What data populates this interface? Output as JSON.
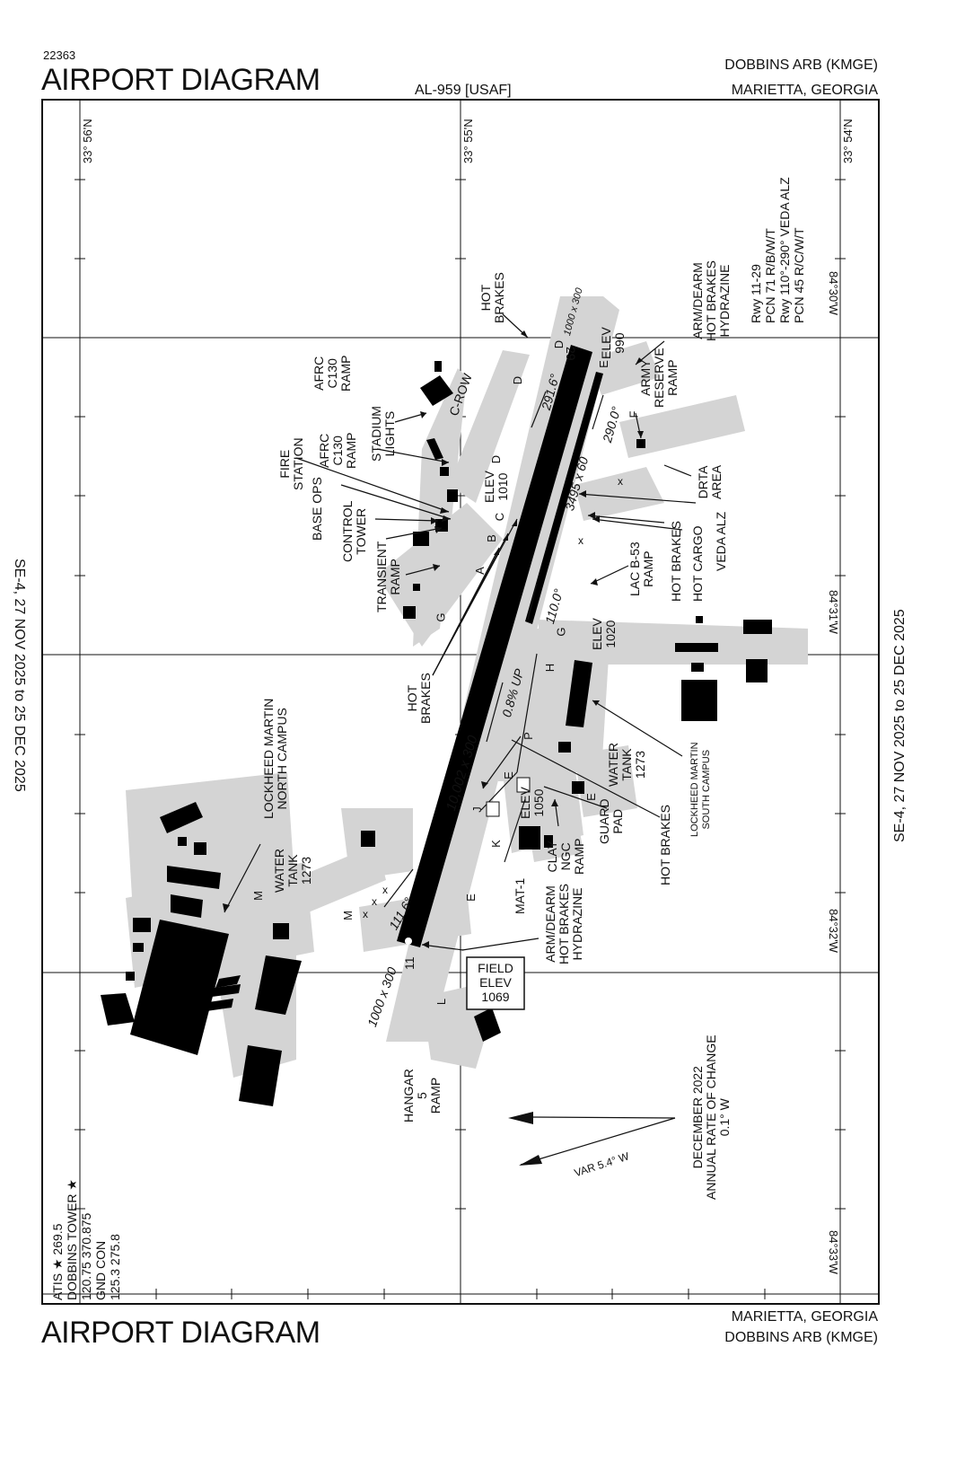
{
  "header": {
    "doc_number": "22363",
    "title": "AIRPORT DIAGRAM",
    "chart_id": "AL-959 [USAF]",
    "airport_name": "DOBBINS ARB  (KMGE)",
    "location": "MARIETTA, GEORGIA"
  },
  "footer": {
    "title": "AIRPORT DIAGRAM",
    "location": "MARIETTA, GEORGIA",
    "airport_name": "DOBBINS ARB  (KMGE)"
  },
  "side_dates": {
    "left": "SE-4,  27 NOV 2025  to  25 DEC 2025",
    "right": "SE-4,  27 NOV 2025  to  25 DEC 2025"
  },
  "grid_labels": {
    "lat_56": "33° 56'N",
    "lat_55": "33° 55'N",
    "lat_54": "33° 54'N",
    "lon_30": "84°30'W",
    "lon_31": "84°31'W",
    "lon_32": "84°32'W",
    "lon_33": "84°33'W"
  },
  "runway_info": {
    "line1": "Rwy 11-29",
    "line2": "PCN 71 R/B/W/T",
    "line3": "Rwy  110°-290° VEDA ALZ",
    "line4": "PCN 45 R/C/W/T"
  },
  "runways": {
    "main_dims": "10,002 x 300",
    "main_hdg_low": "111.6°",
    "main_hdg_high": "291.6°",
    "end_11": "11",
    "end_29": "29",
    "overrun_low": "1000 x 300",
    "overrun_high": "1000 x 300",
    "alz_dims": "3495 x 60",
    "alz_hdg_low": "110.0°",
    "alz_hdg_high": "290.0°",
    "slope": "0.8% UP"
  },
  "elevations": {
    "elev_990": "ELEV\n990",
    "elev_1010": "ELEV\n1010",
    "elev_1020": "ELEV\n1020",
    "elev_1050": "ELEV\n1050",
    "field_elev_label": "FIELD\nELEV",
    "field_elev_value": "1069"
  },
  "taxiways": [
    "A",
    "B",
    "C",
    "D",
    "D",
    "D",
    "E",
    "E",
    "E",
    "E",
    "F",
    "G",
    "G",
    "H",
    "J",
    "K",
    "L",
    "M",
    "M",
    "P"
  ],
  "labels": {
    "hot_brakes_top": "HOT\nBRAKES",
    "arm_dearm_top": "ARM/DEARM\nHOT BRAKES\nHYDRAZINE",
    "army_reserve": "ARMY\nRESERVE\nRAMP",
    "drta": "DRTA\nAREA",
    "afrc_c130_1": "AFRC\nC130\nRAMP",
    "afrc_c130_2": "AFRC\nC130\nRAMP",
    "c_row": "C-ROW",
    "stadium_lights": "STADIUM\nLIGHTS",
    "fire_station": "FIRE\nSTATION",
    "base_ops": "BASE OPS",
    "control_tower": "CONTROL\nTOWER",
    "transient_ramp": "TRANSIENT\nRAMP",
    "veda_alz": "VEDA ALZ",
    "hot_cargo": "HOT CARGO",
    "hot_brakes_right": "HOT BRAKES",
    "lac_b53": "LAC B-53\nRAMP",
    "hot_brakes_mid": "HOT\nBRAKES",
    "lm_north": "LOCKHEED MARTIN\nNORTH CAMPUS",
    "water_tank_left": "WATER\nTANK\n1273",
    "water_tank_right": "WATER\nTANK\n1273",
    "lm_south": "LOCKHEED MARTIN\nSOUTH CAMPUS",
    "guard_pad": "GUARD\nPAD",
    "hot_brakes_low": "HOT BRAKES",
    "clay_ngc": "CLAY\nNGC\nRAMP",
    "arm_dearm_low": "ARM/DEARM\nHOT BRAKES\nHYDRAZINE",
    "mat1": "MAT-1",
    "hangar5": "HANGAR\n5\nRAMP"
  },
  "variation": {
    "label": "VAR  5.4° W",
    "note": "DECEMBER 2022\nANNUAL RATE OF CHANGE\n0.1° W"
  },
  "comms": {
    "line1": "ATIS ★ 269.5",
    "line2": "DOBBINS TOWER ★",
    "line3": "120.75  370.875",
    "line4": "GND CON",
    "line5": "125.3  275.8"
  },
  "colors": {
    "pavement": "#d4d4d4",
    "runway": "#000000",
    "ink": "#111111"
  }
}
